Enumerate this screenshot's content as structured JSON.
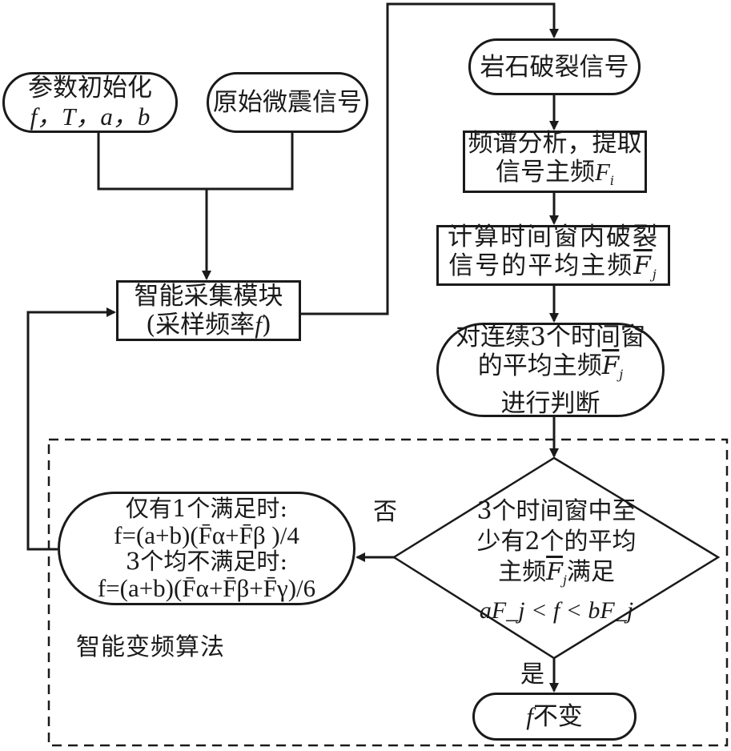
{
  "diagram": {
    "type": "flowchart",
    "nodes": {
      "init": {
        "line1": "参数初始化",
        "line2": "f，T，a，b"
      },
      "raw_signal": {
        "label": "原始微震信号"
      },
      "acquisition": {
        "line1": "智能采集模块",
        "line2_prefix": "(采样频率",
        "line2_var": "f",
        "line2_suffix": ")"
      },
      "rock_signal": {
        "label": "岩石破裂信号"
      },
      "fft": {
        "line1": "频谱分析，提取",
        "line2_prefix": "信号主频",
        "line2_var": "F",
        "line2_sub": "i"
      },
      "mean_freq": {
        "line1": "计算时间窗内破裂",
        "line2_prefix": "信号的平均主频",
        "line2_var": "F",
        "line2_sub": "j"
      },
      "judge": {
        "line1": "对连续3个时间窗",
        "line2_prefix": "的平均主频",
        "line2_var": "F",
        "line2_sub": "j",
        "line3": "进行判断"
      },
      "decision": {
        "line1": "3个时间窗中至",
        "line2": "少有2个的平均",
        "line3_prefix": "主频",
        "line3_var": "F",
        "line3_sub": "j",
        "line3_suffix": "满足",
        "line4": "aF_j < f < bF_j"
      },
      "adjust": {
        "case1_label": "仅有1个满足时:",
        "case1_formula": "f=(a+b)(F̄α+F̄β )/4",
        "case2_label": "3个均不满足时:",
        "case2_formula": "f=(a+b)(F̄α+F̄β+F̄γ)/6"
      },
      "unchanged": {
        "var": "f",
        "label": "不变"
      }
    },
    "edge_labels": {
      "no": "否",
      "yes": "是"
    },
    "group_label": "智能变频算法",
    "edges": [
      [
        "init",
        "acquisition"
      ],
      [
        "raw_signal",
        "acquisition"
      ],
      [
        "acquisition",
        "rock_signal"
      ],
      [
        "rock_signal",
        "fft"
      ],
      [
        "fft",
        "mean_freq"
      ],
      [
        "mean_freq",
        "judge"
      ],
      [
        "judge",
        "decision"
      ],
      [
        "decision",
        "adjust",
        "否"
      ],
      [
        "decision",
        "unchanged",
        "是"
      ],
      [
        "adjust",
        "acquisition"
      ]
    ]
  }
}
